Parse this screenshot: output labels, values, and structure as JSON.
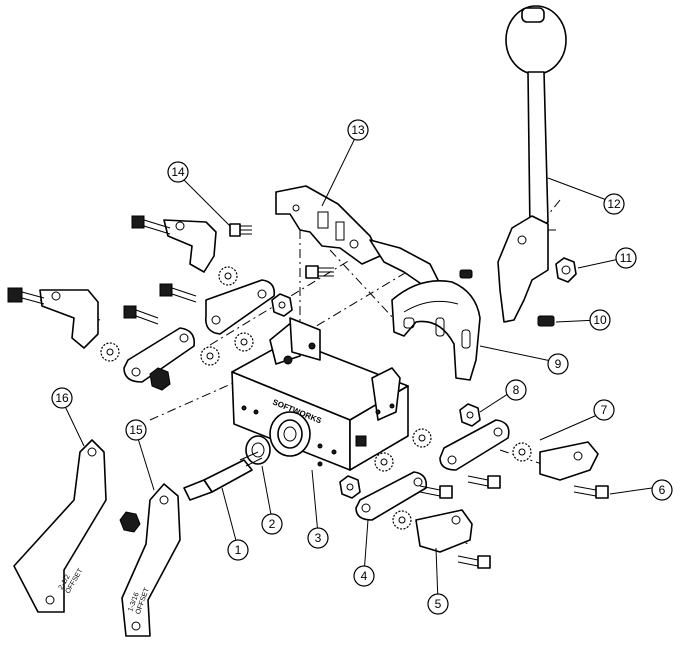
{
  "diagram": {
    "brand_mark": "SOFTWORKS",
    "bracket_label_left": "2-1/2\nOFFSET",
    "bracket_label_right": "1-3/16\nOFFSET",
    "callouts": [
      "1",
      "2",
      "3",
      "4",
      "5",
      "6",
      "7",
      "8",
      "9",
      "10",
      "11",
      "12",
      "13",
      "14",
      "15",
      "16"
    ]
  }
}
